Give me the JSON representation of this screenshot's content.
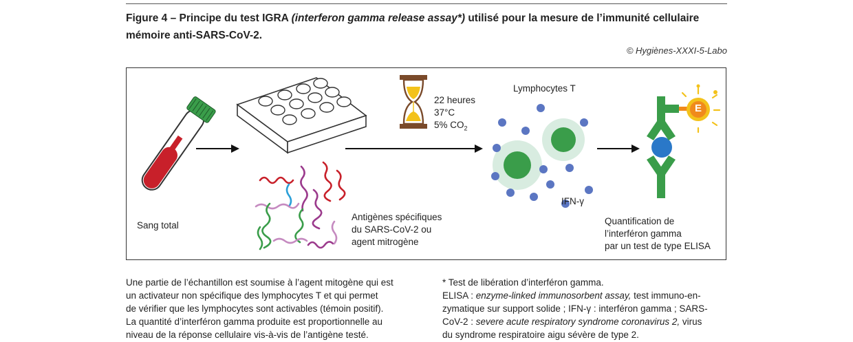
{
  "title": {
    "prefix": "Figure 4 – Principe du test IGRA ",
    "italic": "(interferon gamma release assay*)",
    "suffix_line1": " utilisé pour la mesure de l’immunité cellulaire",
    "line2": "mémoire anti-SARS-CoV-2."
  },
  "credit": "© Hygiènes-XXXI-5-Labo",
  "diagram": {
    "blood_label": "Sang total",
    "conditions": [
      "22 heures",
      "37°C",
      "5% CO",
      "2"
    ],
    "lymphocytes_label": "Lymphocytes T",
    "ifn_label": "IFN-γ",
    "antigens_label": [
      "Antigènes spécifiques",
      "du SARS-CoV-2 ou",
      "agent mitrogène"
    ],
    "elisa_label": [
      "Quantification de",
      "l’interféron gamma",
      "par un test de type ELISA"
    ],
    "enzyme_letter": "E"
  },
  "notes_left": [
    "Une partie de l’échantillon est soumise à l’agent mitogène qui est",
    "un activateur non spécifique des lymphocytes T et qui permet",
    "de vérifier que les lymphocytes sont activables (témoin positif).",
    "La quantité d’interféron gamma produite est proportionnelle au",
    "niveau de la réponse cellulaire vis-à-vis de l’antigène testé."
  ],
  "notes_right": {
    "line1": "* Test de libération d’interféron gamma.",
    "elisa_prefix": "ELISA : ",
    "elisa_italic": "enzyme-linked immunosorbent assay,",
    "elisa_rest": " test immuno-en-",
    "line3": "zymatique sur support solide ; IFN-γ : interféron gamma ; SARS-",
    "line4_prefix": "CoV-2 : ",
    "line4_italic": "severe acute respiratory syndrome coronavirus 2,",
    "line4_rest": " virus",
    "line5": "du syndrome respiratoire aigu sévère de type 2."
  },
  "colors": {
    "green": "#3a9d4a",
    "light_green": "#5fb86a",
    "blue_dot": "#5b76c2",
    "red": "#c8202a",
    "yellow": "#f3c21b",
    "orange": "#f08a1c",
    "brown": "#7a4a2a"
  }
}
